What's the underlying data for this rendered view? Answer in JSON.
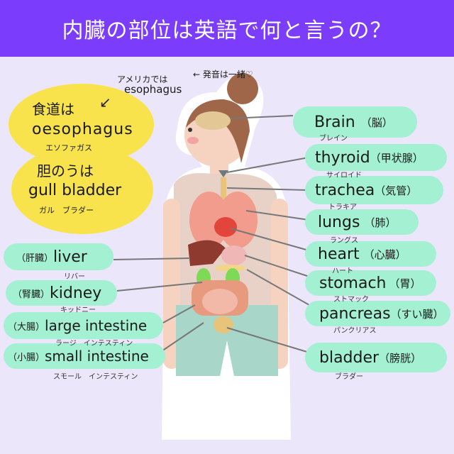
{
  "title": "内臓の部位は英語で何と言うの？",
  "colors": {
    "header": "#7b3cfb",
    "background": "#ece6fa",
    "label_pill": "#a3f0d3",
    "note_blob": "#f9e34d"
  },
  "notes": {
    "esophagus_heading": "食道は",
    "esophagus_en": "oesophagus",
    "esophagus_kana": "エソファガス",
    "american_label": "アメリカでは",
    "american_en": "esophagus",
    "pronunciation_note": "← 発音は一緒♡",
    "arrow": "↙",
    "gallbladder_heading": "胆のうは",
    "gallbladder_en": "gull bladder",
    "gallbladder_kana": "ガル　ブラダー"
  },
  "right_labels": [
    {
      "en": "Brain",
      "ja": "（脳）",
      "kana": "ブレイン"
    },
    {
      "en": "thyroid",
      "ja": "（甲状腺）",
      "kana": "サイロイド"
    },
    {
      "en": "trachea",
      "ja": "（気管）",
      "kana": "トラキア"
    },
    {
      "en": "lungs",
      "ja": "（肺）",
      "kana": "ラングス"
    },
    {
      "en": "heart",
      "ja": "（心臓）",
      "kana": "ハート"
    },
    {
      "en": "stomach",
      "ja": "（胃）",
      "kana": "ストマック"
    },
    {
      "en": "pancreas",
      "ja": "（すい臓）",
      "kana": "パンクリアス"
    },
    {
      "en": "bladder",
      "ja": "（膀胱）",
      "kana": "ブラダー"
    }
  ],
  "left_labels": [
    {
      "en": "liver",
      "ja": "（肝臓）",
      "kana": "リバー"
    },
    {
      "en": "kidney",
      "ja": "（腎臓）",
      "kana": "キッドニー"
    },
    {
      "en": "large intestine",
      "ja": "（大腸）",
      "kana": "ラージ　インテスティン"
    },
    {
      "en": "small intestine",
      "ja": "（小腸）",
      "kana": "スモール　インテスティン"
    }
  ]
}
